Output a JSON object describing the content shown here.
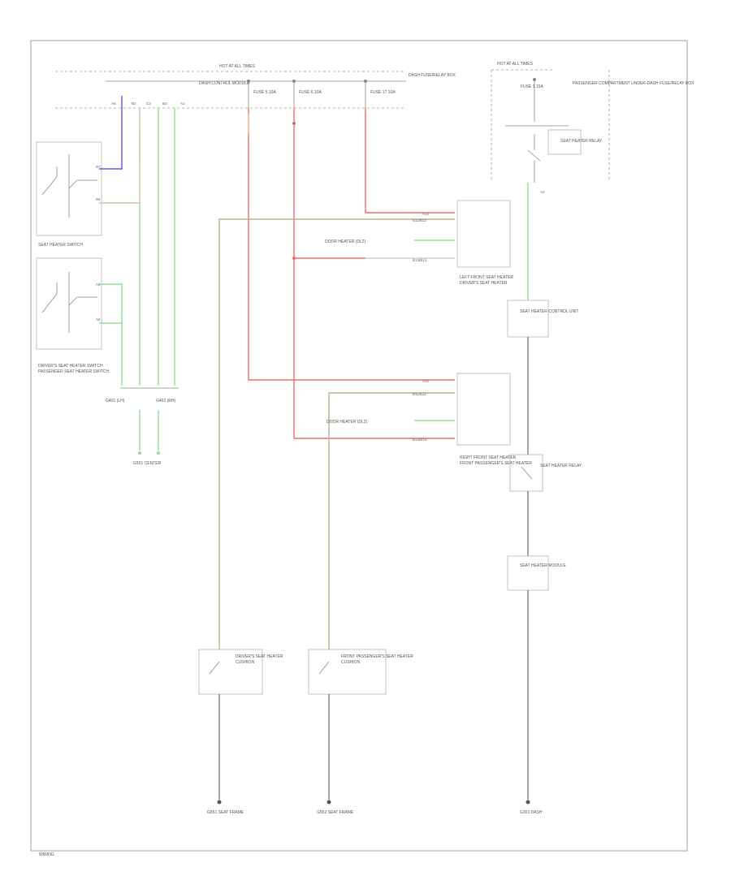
{
  "colors": {
    "red": "#f06c6c",
    "olive": "#b8b48a",
    "green": "#8fe08f",
    "blue": "#5a5ae0",
    "tan": "#cfc6a2",
    "gray": "#b0b0b0",
    "dark": "#7a7a7a"
  },
  "labels": {
    "top_bus_left": "HOT AT ALL TIMES",
    "top_bus_right": "HOT AT ALL TIMES",
    "fuse_block": "DASH CONTROL MODULE",
    "fuse_a": "FUSE 5 10A",
    "fuse_b": "FUSE 6 10A",
    "fuse_c": "FUSE 17 10A",
    "fuse_box_note": "DASH FUSE/RELAY BOX",
    "fuse_pdb": "FUSE 1 15A",
    "relay_right": "PASSENGER COMPARTMENT UNDER-DASH FUSE/RELAY BOX",
    "sw_left1": "SEAT HEATER SWITCH",
    "sw_left2": "PASSENGER SEAT HEATER SWITCH",
    "sw_left3": "DRIVER'S SEAT HEATER SWITCH",
    "conn_a": "G401 (LH)",
    "conn_b": "G402 (RH)",
    "ground_l": "G501 CENTER",
    "heater_front": "LEFT FRONT SEAT HEATER",
    "heater_front2": "DRIVER'S SEAT HEATER",
    "heater_rear": "RIGHT FRONT SEAT HEATER",
    "heater_rear2": "FRONT PASSENGER'S SEAT HEATER",
    "relay_r": "SEAT HEATER RELAY",
    "sensor_r": "SEAT HEATER CONTROL UNIT",
    "module_r": "SEAT HEATER MODULE",
    "driver_seat": "DRIVER'S SEAT HEATER",
    "driver_seat2": "CUSHION",
    "pass_seat": "FRONT PASSENGER'S SEAT HEATER",
    "pass_seat2": "CUSHION",
    "gnd_a": "G551 SEAT FRAME",
    "gnd_b": "G552 SEAT FRAME",
    "gnd_c": "G301 DASH",
    "wire_1": "DOOR HEATER (DL2)",
    "wire_2": "DOOR HEATER (DL2)",
    "footer": "WIRING"
  }
}
